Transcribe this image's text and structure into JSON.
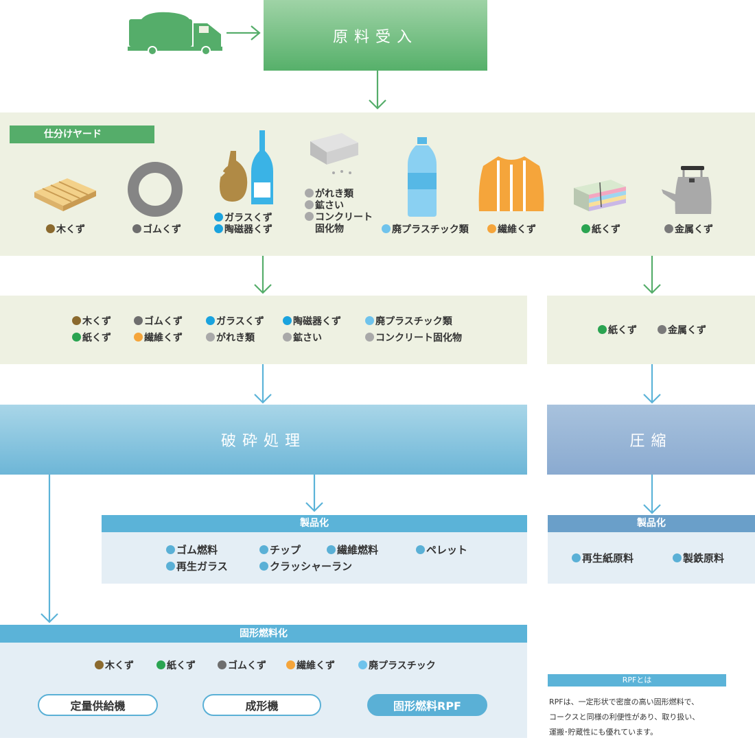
{
  "colors": {
    "wood": "#8b6a2e",
    "rubber": "#6e6e6e",
    "glass": "#1aa3de",
    "ceramic": "#1aa3de",
    "rubble": "#a9a9a9",
    "plastic": "#6fc3ec",
    "fiber": "#f5a53b",
    "paper": "#2aa451",
    "metal": "#7a7a7a",
    "product": "#5ab0d6",
    "green": "#55ad6a",
    "blue": "#5bb3d8"
  },
  "intake": {
    "title": "原料受入",
    "truck_icon": "truck-icon"
  },
  "yard": {
    "tag": "仕分けヤード",
    "items": [
      {
        "icon": "pallet-icon",
        "lines": [
          "木くず"
        ],
        "dots": [
          "wood"
        ]
      },
      {
        "icon": "tire-icon",
        "lines": [
          "ゴムくず"
        ],
        "dots": [
          "rubber"
        ]
      },
      {
        "icon": "bottles-icon",
        "lines": [
          "ガラスくず",
          "陶磁器くず"
        ],
        "dots": [
          "glass",
          "ceramic"
        ]
      },
      {
        "icon": "concrete-block-icon",
        "lines": [
          "がれき類",
          "鉱さい",
          "コンクリート",
          "固化物"
        ],
        "dots": [
          "rubble",
          "rubble",
          "rubble",
          ""
        ]
      },
      {
        "icon": "pet-bottle-icon",
        "lines": [
          "廃プラスチック類"
        ],
        "dots": [
          "plastic"
        ]
      },
      {
        "icon": "jacket-icon",
        "lines": [
          "繊維くず"
        ],
        "dots": [
          "fiber"
        ]
      },
      {
        "icon": "paper-stack-icon",
        "lines": [
          "紙くず"
        ],
        "dots": [
          "paper"
        ]
      },
      {
        "icon": "kettle-icon",
        "lines": [
          "金属くず"
        ],
        "dots": [
          "metal"
        ]
      }
    ]
  },
  "sort_left": {
    "row1": [
      {
        "label": "木くず",
        "dot": "wood"
      },
      {
        "label": "ゴムくず",
        "dot": "rubber"
      },
      {
        "label": "ガラスくず",
        "dot": "glass"
      },
      {
        "label": "陶磁器くず",
        "dot": "ceramic"
      },
      {
        "label": "廃プラスチック類",
        "dot": "plastic"
      }
    ],
    "row2": [
      {
        "label": "紙くず",
        "dot": "paper"
      },
      {
        "label": "繊維くず",
        "dot": "fiber"
      },
      {
        "label": "がれき類",
        "dot": "rubble"
      },
      {
        "label": "鉱さい",
        "dot": "rubble"
      },
      {
        "label": "コンクリート固化物",
        "dot": "rubble"
      }
    ]
  },
  "sort_right": [
    {
      "label": "紙くず",
      "dot": "paper"
    },
    {
      "label": "金属くず",
      "dot": "metal"
    }
  ],
  "crush": {
    "title": "破砕処理"
  },
  "compress": {
    "title": "圧縮"
  },
  "product_left": {
    "bar": "製品化",
    "row1": [
      "ゴム燃料",
      "チップ",
      "繊維燃料",
      "ペレット"
    ],
    "row2": [
      "再生ガラス",
      "クラッシャーラン"
    ]
  },
  "product_right": {
    "bar": "製品化",
    "items": [
      "再生紙原料",
      "製鉄原料"
    ]
  },
  "solid_fuel": {
    "bar": "固形燃料化",
    "materials": [
      {
        "label": "木くず",
        "dot": "wood"
      },
      {
        "label": "紙くず",
        "dot": "paper"
      },
      {
        "label": "ゴムくず",
        "dot": "rubber"
      },
      {
        "label": "繊維くず",
        "dot": "fiber"
      },
      {
        "label": "廃プラスチック",
        "dot": "plastic"
      }
    ],
    "flow": [
      "定量供給機",
      "成形機",
      "固形燃料RPF"
    ]
  },
  "rpf_note": {
    "title": "RPFとは",
    "lines": [
      "RPFは、一定形状で密度の高い固形燃料で、",
      "コークスと同様の利便性があり、取り扱い、",
      "運搬･貯蔵性にも優れています。"
    ]
  }
}
